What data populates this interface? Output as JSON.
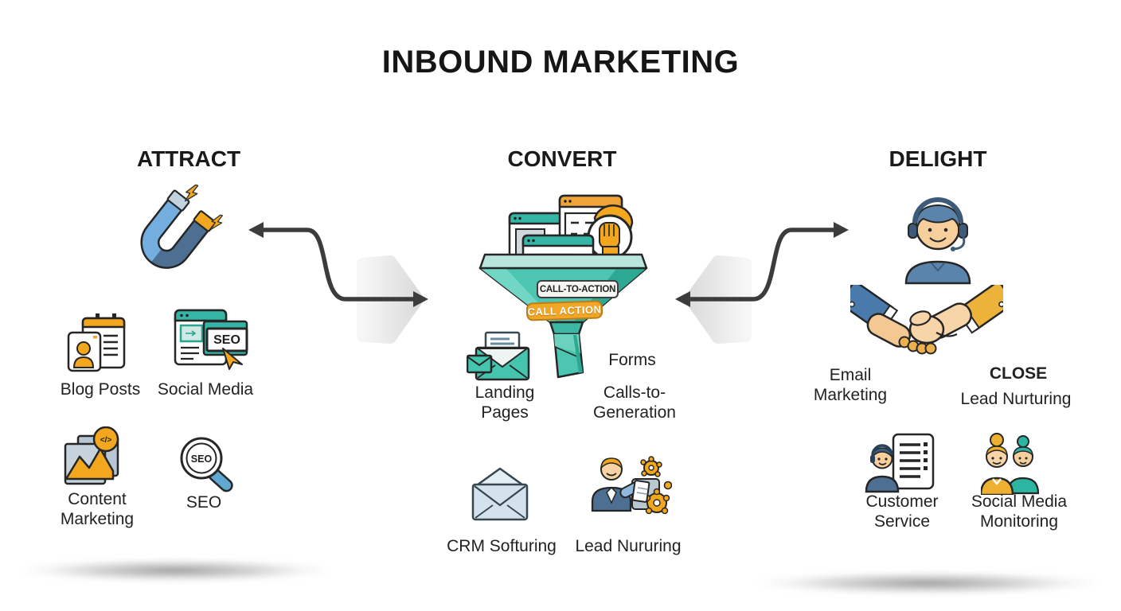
{
  "title": "INBOUND MARKETING",
  "attract": {
    "heading": "ATTRACT",
    "labels": {
      "blog_posts": "Blog Posts",
      "social_media": "Social Media",
      "content_marketing": "Content Marketing",
      "seo": "SEO"
    },
    "icon_text": {
      "social_media_badge": "SEO",
      "content_badge": "</>",
      "seo_magnifier": "SEO"
    }
  },
  "convert": {
    "heading": "CONVERT",
    "funnel_banner_top": "CALL-TO-ACTION",
    "funnel_banner_bottom": "CALL ACTION",
    "labels": {
      "landing_pages": "Landing Pages",
      "forms": "Forms",
      "calls_to_generation": "Calls-to-Generation",
      "crm_softuring": "CRM Softuring",
      "lead_nururing": "Lead Nururing"
    }
  },
  "delight": {
    "heading": "DELIGHT",
    "labels": {
      "email_marketing": "Email Marketing",
      "close": "CLOSE",
      "lead_nurturing": "Lead Nurturing",
      "customer_service": "Customer Service",
      "social_media_monitoring": "Social Media Monitoring"
    }
  },
  "icons": {
    "attract": "magnet-icon",
    "blog_posts": "documents-person-icon",
    "social_media": "browser-seo-card-icon",
    "content_marketing": "image-chart-code-icon",
    "seo": "magnifier-seo-icon",
    "convert": "funnel-with-browsers-icon",
    "landing_pages": "envelope-letter-icon",
    "crm_softuring": "envelope-icon",
    "lead_nururing": "person-with-gears-icon",
    "delight": "support-agent-headset-icon",
    "close": "handshake-icon",
    "customer_service": "agent-checklist-icon",
    "social_media_monitoring": "two-people-icon"
  },
  "colors": {
    "teal": "#45c4ae",
    "teal_dark": "#2da893",
    "teal_light": "#b9e6dc",
    "orange": "#f2a71f",
    "light_blue": "#74aede",
    "slate_blue": "#4c6f92",
    "text": "#1f1f1f",
    "arrow": "#3c3c3c"
  }
}
